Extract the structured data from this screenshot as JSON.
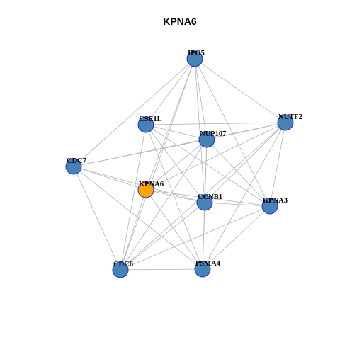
{
  "graph": {
    "title": "KPNA6",
    "colors": {
      "node": "#4682B4",
      "highlight": "#FFA500",
      "node_border": "#1F2FD6",
      "edge": "#B3B3B3"
    },
    "nodes": [
      {
        "id": "IPO5",
        "highlight": false
      },
      {
        "id": "NUTF2",
        "highlight": false
      },
      {
        "id": "CSE1L",
        "highlight": false
      },
      {
        "id": "NUP107",
        "highlight": false
      },
      {
        "id": "CDC7",
        "highlight": false
      },
      {
        "id": "KPNA6",
        "highlight": true
      },
      {
        "id": "CCNB1",
        "highlight": false
      },
      {
        "id": "KPNA3",
        "highlight": false
      },
      {
        "id": "CDC6",
        "highlight": false
      },
      {
        "id": "PSMA4",
        "highlight": false
      }
    ],
    "edges": [
      [
        "IPO5",
        "NUTF2"
      ],
      [
        "IPO5",
        "CSE1L"
      ],
      [
        "IPO5",
        "NUP107"
      ],
      [
        "IPO5",
        "CDC7"
      ],
      [
        "IPO5",
        "KPNA6"
      ],
      [
        "IPO5",
        "CCNB1"
      ],
      [
        "IPO5",
        "KPNA3"
      ],
      [
        "IPO5",
        "CDC6"
      ],
      [
        "NUTF2",
        "CSE1L"
      ],
      [
        "NUTF2",
        "NUP107"
      ],
      [
        "NUTF2",
        "CDC7"
      ],
      [
        "NUTF2",
        "KPNA6"
      ],
      [
        "NUTF2",
        "CCNB1"
      ],
      [
        "NUTF2",
        "KPNA3"
      ],
      [
        "NUTF2",
        "CDC6"
      ],
      [
        "NUTF2",
        "PSMA4"
      ],
      [
        "CSE1L",
        "NUP107"
      ],
      [
        "CSE1L",
        "CCNB1"
      ],
      [
        "CSE1L",
        "KPNA3"
      ],
      [
        "CSE1L",
        "CDC6"
      ],
      [
        "CSE1L",
        "PSMA4"
      ],
      [
        "NUP107",
        "CDC7"
      ],
      [
        "NUP107",
        "KPNA6"
      ],
      [
        "NUP107",
        "CCNB1"
      ],
      [
        "NUP107",
        "KPNA3"
      ],
      [
        "NUP107",
        "CDC6"
      ],
      [
        "NUP107",
        "PSMA4"
      ],
      [
        "CDC7",
        "KPNA6"
      ],
      [
        "CDC7",
        "CCNB1"
      ],
      [
        "CDC7",
        "CDC6"
      ],
      [
        "CDC7",
        "PSMA4"
      ],
      [
        "KPNA6",
        "CCNB1"
      ],
      [
        "KPNA6",
        "KPNA3"
      ],
      [
        "KPNA6",
        "CDC6"
      ],
      [
        "KPNA6",
        "PSMA4"
      ],
      [
        "CCNB1",
        "KPNA3"
      ],
      [
        "CCNB1",
        "CDC6"
      ],
      [
        "CCNB1",
        "PSMA4"
      ],
      [
        "KPNA3",
        "CDC6"
      ],
      [
        "KPNA3",
        "PSMA4"
      ],
      [
        "CDC6",
        "PSMA4"
      ]
    ]
  }
}
